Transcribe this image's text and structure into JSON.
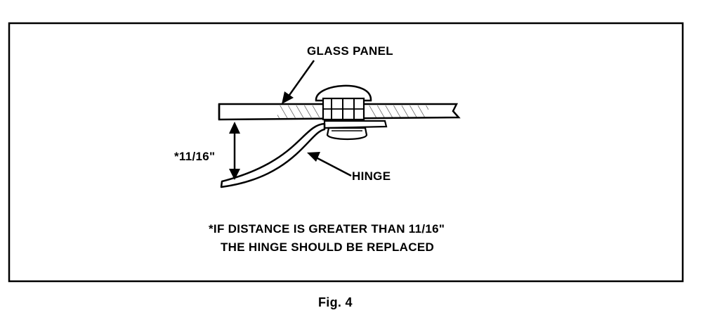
{
  "figure": {
    "labels": {
      "glass_panel": "GLASS PANEL",
      "dimension": "*11/16\"",
      "hinge": "HINGE"
    },
    "note": {
      "line1": "*IF DISTANCE IS GREATER THAN 11/16\"",
      "line2": "THE HINGE SHOULD BE REPLACED"
    },
    "caption": "Fig. 4"
  }
}
